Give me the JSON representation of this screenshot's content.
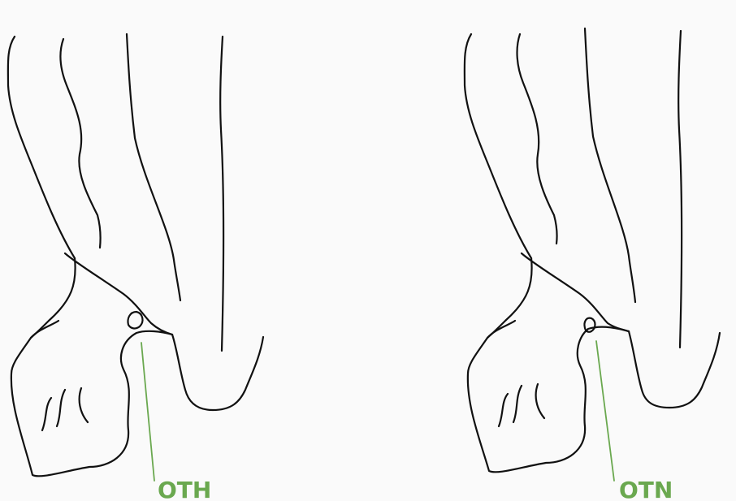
{
  "figures": [
    {
      "variant": "hook-shaped nodule",
      "label": "OTH"
    },
    {
      "variant": "nodule",
      "label": "OTN"
    }
  ],
  "colors": {
    "outline": "#111111",
    "label": "#6aa84f",
    "background": "#fafafa"
  }
}
